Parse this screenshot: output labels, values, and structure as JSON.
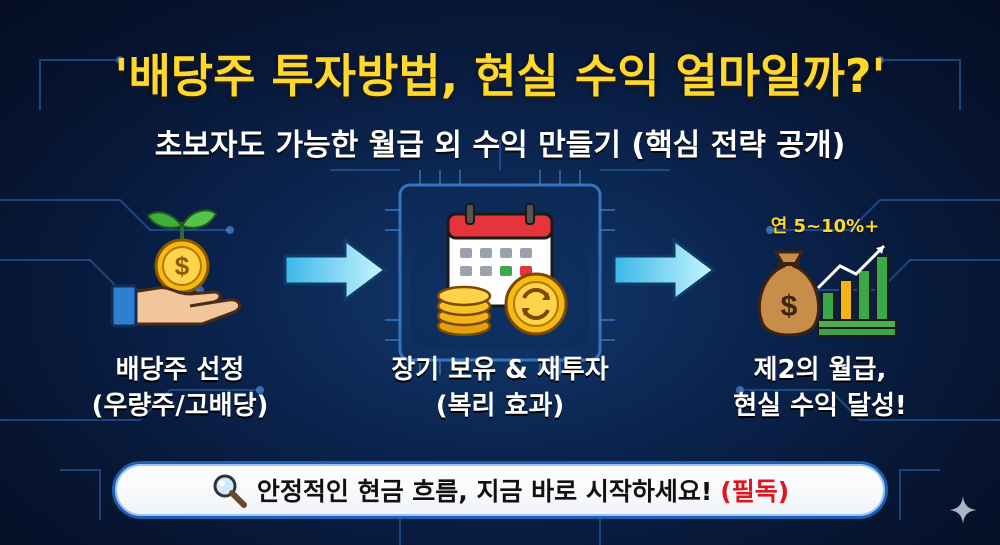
{
  "header": {
    "title": "'배당주 투자방법, 현실 수익 얼마일까?'",
    "subtitle": "초보자도 가능한 월급 외 수익 만들기 (핵심 전략 공개)"
  },
  "steps": [
    {
      "line1": "배당주 선정",
      "line2": "(우량주/고배당)",
      "icon": "hand-coin-plant-icon"
    },
    {
      "line1": "장기 보유 & 재투자",
      "line2": "(복리 효과)",
      "icon": "calendar-coins-cycle-icon"
    },
    {
      "line1": "제2의 월급,",
      "line2": "현실 수익 달성!",
      "icon": "money-bag-chart-icon",
      "badge": "연 5~10%+"
    }
  ],
  "banner": {
    "icon": "magnifier-icon",
    "text": "안정적인 현금 흐름, 지금 바로 시작하세요!",
    "tag": "(필독)"
  },
  "colors": {
    "title": "#ffd82a",
    "accent_red": "#e0141e",
    "banner_border": "#1f5fb0",
    "arrow": "#7fe6f5"
  }
}
